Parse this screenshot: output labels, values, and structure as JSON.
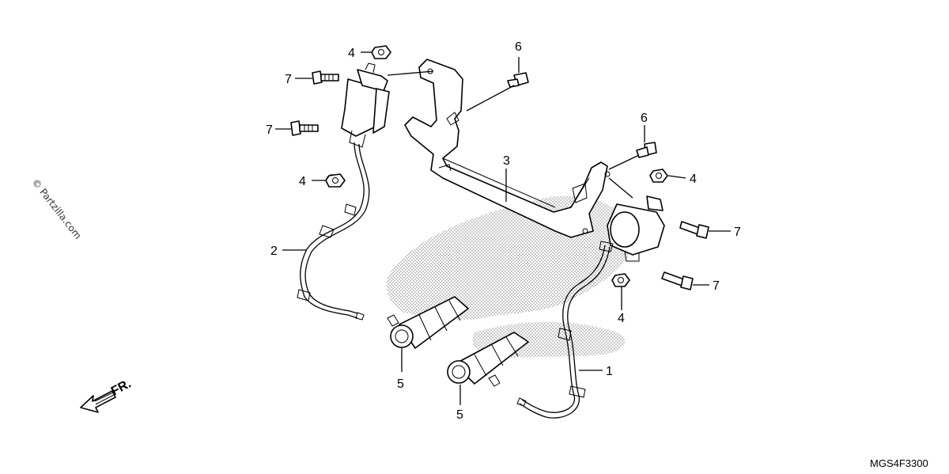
{
  "diagram": {
    "code": "MGS4F3300",
    "watermark": "© Partzilla.com",
    "front_indicator": "FR.",
    "callouts": {
      "c1": "1",
      "c2": "2",
      "c3": "3",
      "c4a": "4",
      "c4b": "4",
      "c4c": "4",
      "c4d": "4",
      "c5a": "5",
      "c5b": "5",
      "c6a": "6",
      "c6b": "6",
      "c7a": "7",
      "c7b": "7",
      "c7c": "7",
      "c7d": "7"
    }
  }
}
